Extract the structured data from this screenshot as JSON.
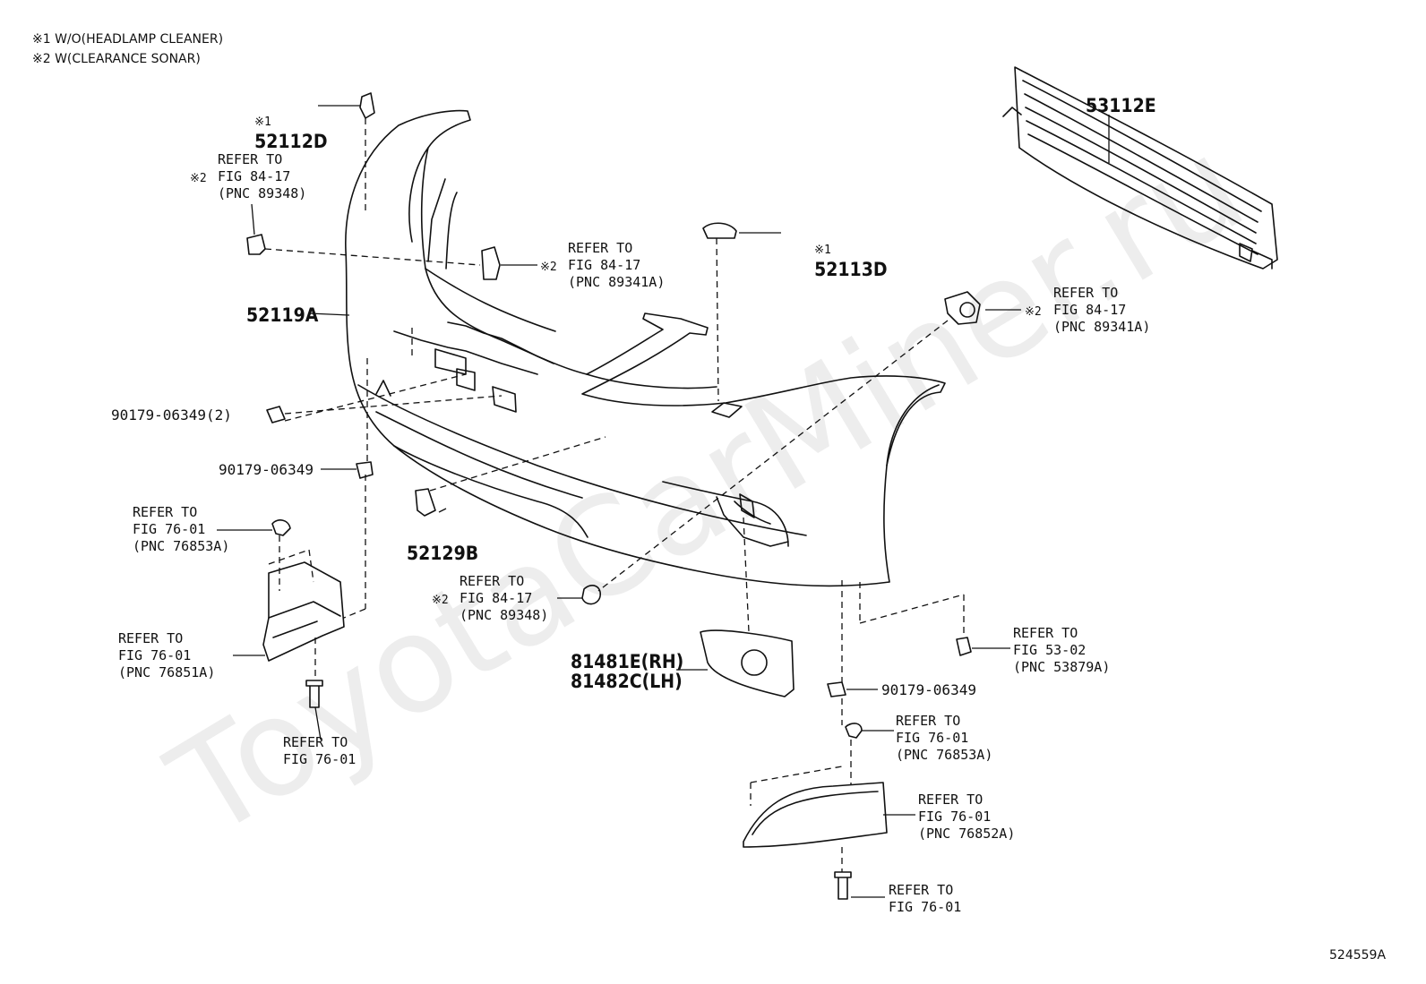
{
  "notes": {
    "note1": "※1 W/O(HEADLAMP CLEANER)",
    "note2": "※2 W(CLEARANCE SONAR)"
  },
  "labels": {
    "p52112D": {
      "mark": "※1",
      "code": "52112D"
    },
    "refSensorLeft": {
      "mark": "※2",
      "l1": "REFER TO",
      "l2": "FIG 84-17",
      "l3": "(PNC 89348)"
    },
    "refSensorCenter": {
      "mark": "※2",
      "l1": "REFER TO",
      "l2": "FIG 84-17",
      "l3": "(PNC 89341A)"
    },
    "p52113D": {
      "mark": "※1",
      "code": "52113D"
    },
    "p53112E": {
      "code": "53112E"
    },
    "refSensorRight": {
      "mark": "※2",
      "l1": "REFER TO",
      "l2": "FIG 84-17",
      "l3": "(PNC 89341A)"
    },
    "p52119A": {
      "code": "52119A"
    },
    "clip2": {
      "code": "90179-06349(2)"
    },
    "clip1": {
      "code": "90179-06349"
    },
    "refClipUpper": {
      "l1": "REFER TO",
      "l2": "FIG 76-01",
      "l3": "(PNC 76853A)"
    },
    "p52129B": {
      "code": "52129B"
    },
    "refSensorLower": {
      "mark": "※2",
      "l1": "REFER TO",
      "l2": "FIG 84-17",
      "l3": "(PNC 89348)"
    },
    "refBracket": {
      "l1": "REFER TO",
      "l2": "FIG 76-01",
      "l3": "(PNC 76851A)"
    },
    "refBoltLeft": {
      "l1": "REFER TO",
      "l2": "FIG 76-01"
    },
    "p8148": {
      "l1": "81481E(RH)",
      "l2": "81482C(LH)"
    },
    "refWire": {
      "l1": "REFER TO",
      "l2": "FIG 53-02",
      "l3": "(PNC 53879A)"
    },
    "clip3": {
      "code": "90179-06349"
    },
    "refClipRight": {
      "l1": "REFER TO",
      "l2": "FIG 76-01",
      "l3": "(PNC 76853A)"
    },
    "refSpoiler": {
      "l1": "REFER TO",
      "l2": "FIG 76-01",
      "l3": "(PNC 76852A)"
    },
    "refBoltRight": {
      "l1": "REFER TO",
      "l2": "FIG 76-01"
    }
  },
  "watermark": "ToyotaCarMiner.ru",
  "figure_id": "524559A"
}
